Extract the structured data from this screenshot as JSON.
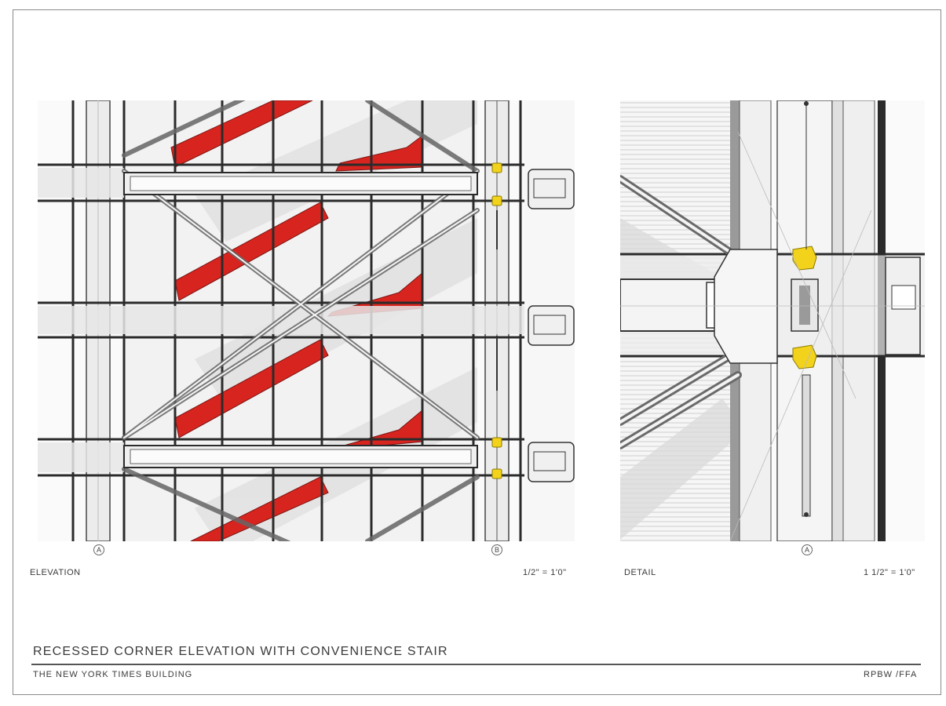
{
  "drawing": {
    "title": "RECESSED CORNER ELEVATION WITH CONVENIENCE STAIR",
    "project": "THE NEW YORK TIMES BUILDING",
    "firm": "RPBW /FFA"
  },
  "elevation": {
    "label": "ELEVATION",
    "scale": "1/2\" = 1'0\"",
    "grid_left": "A",
    "grid_right": "B"
  },
  "detail": {
    "label": "DETAIL",
    "scale": "1 1/2\" = 1'0\"",
    "grid": "A"
  },
  "colors": {
    "stair": "#d8241f",
    "bracket": "#f2d21b",
    "steel": "#e9e9e9",
    "line": "#2b2b2b"
  }
}
